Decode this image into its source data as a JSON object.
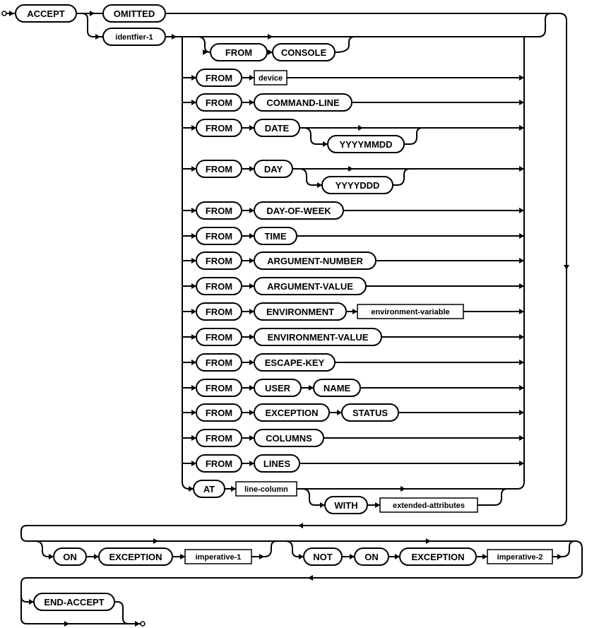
{
  "keywords": {
    "accept": "ACCEPT",
    "omitted": "OMITTED",
    "from": "FROM",
    "console": "CONSOLE",
    "command_line": "COMMAND-LINE",
    "date": "DATE",
    "yyyymmdd": "YYYYMMDD",
    "day": "DAY",
    "yyyyddd": "YYYYDDD",
    "day_of_week": "DAY-OF-WEEK",
    "time": "TIME",
    "argument_number": "ARGUMENT-NUMBER",
    "argument_value": "ARGUMENT-VALUE",
    "environment": "ENVIRONMENT",
    "environment_value": "ENVIRONMENT-VALUE",
    "escape_key": "ESCAPE-KEY",
    "user": "USER",
    "name": "NAME",
    "exception": "EXCEPTION",
    "status": "STATUS",
    "columns": "COLUMNS",
    "lines": "LINES",
    "at": "AT",
    "with": "WITH",
    "on": "ON",
    "not": "NOT",
    "end_accept": "END-ACCEPT"
  },
  "operands": {
    "identifier_1": "identfier-1",
    "device": "device",
    "environment_variable": "environment-variable",
    "line_column": "line-column",
    "extended_attributes": "extended-attributes",
    "imperative_1": "imperative-1",
    "imperative_2": "imperative-2"
  }
}
